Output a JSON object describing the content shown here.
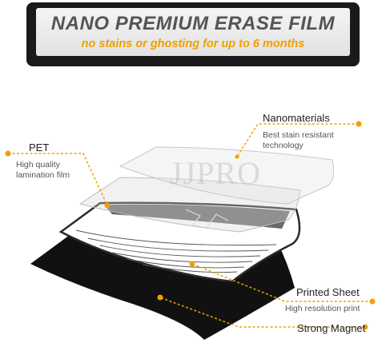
{
  "banner": {
    "title": "NANO PREMIUM ERASE FILM",
    "subtitle": "no stains or ghosting for up to 6 months"
  },
  "watermark": "JJPRO",
  "layers": [
    {
      "id": "nanomaterials",
      "title": "Nanomaterials",
      "description": [
        "Best stain resistant",
        "technology"
      ]
    },
    {
      "id": "pet",
      "title": "PET",
      "description": [
        "High quality",
        "lamination film"
      ]
    },
    {
      "id": "printed-sheet",
      "title": "Printed Sheet",
      "description": [
        "High resolution print"
      ]
    },
    {
      "id": "strong-magnet",
      "title": "Strong Magnet",
      "description": []
    }
  ],
  "colors": {
    "accent": "#f0a000",
    "banner_frame": "#1a1a1a",
    "magnet": "#111111"
  }
}
